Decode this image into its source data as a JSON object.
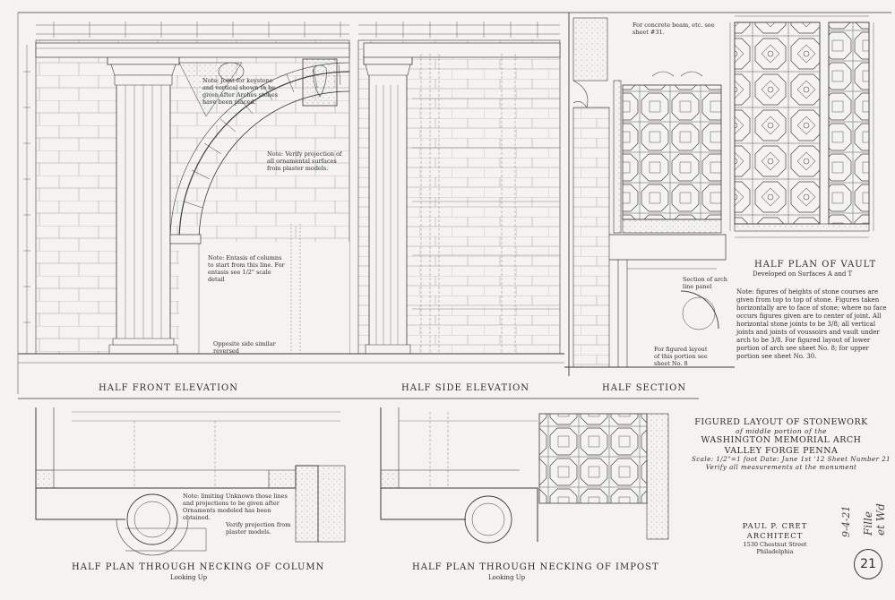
{
  "views": {
    "front_elevation": "HALF FRONT ELEVATION",
    "side_elevation": "HALF SIDE ELEVATION",
    "section": "HALF SECTION",
    "vault_plan": "HALF PLAN OF VAULT",
    "vault_plan_sub": "Developed on Surfaces A and T",
    "plan_column": "HALF PLAN THROUGH NECKING OF COLUMN",
    "plan_column_sub": "Looking Up",
    "plan_impost": "HALF PLAN THROUGH NECKING OF IMPOST",
    "plan_impost_sub": "Looking Up"
  },
  "notes": {
    "vault_heights": "Note: figures of heights of stone courses are given from top to top of stone. Figures taken horizontally are to face of stone; where no face occurs figures given are to center of joint. All horizontal stone joints to be 3/8; all vertical joints and joints of voussoirs and vault under arch to be 3/8. For figured layout of lower portion of arch see sheet No. 8; for upper portion see sheet No. 30.",
    "verify_projection": "Note: Verify projection of all ornamental surfaces from plaster models.",
    "joint_note": "Note: Joint for keystone and vertical shown to be given after Arches stones have been placed.",
    "column_fluting": "Note: Entasis of columns to start from this line. For entasis see 1/2\" scale detail",
    "opposite_side": "Opposite side similar reversed",
    "concrete_beam": "For concrete beam, etc. see sheet #31.",
    "figured_layout": "For figured layout of this portion see sheet No. 8",
    "section_arch": "Section of arch line panel",
    "plan_limits": "Note: limiting Unknown those lines and projections to be given after Ornaments modeled has been obtained.",
    "verify_plaster": "Verify projection from plaster models."
  },
  "title_block": {
    "line1": "FIGURED LAYOUT OF STONEWORK",
    "line2": "of middle portion of the",
    "line3": "WASHINGTON MEMORIAL ARCH",
    "line4": "VALLEY FORGE PENNA",
    "scale_line": "Scale: 1/2\"=1 foot   Date: June 1st '12   Sheet Number 21",
    "verify_line": "Verify all measurements at the monument"
  },
  "architect": {
    "name": "PAUL P. CRET",
    "title": "ARCHITECT",
    "address1": "1530 Chestnut Street",
    "address2": "Philadelphia"
  },
  "sheet_number": "21",
  "signature": "Fille et Wd",
  "date_stamp": "9-4-21"
}
